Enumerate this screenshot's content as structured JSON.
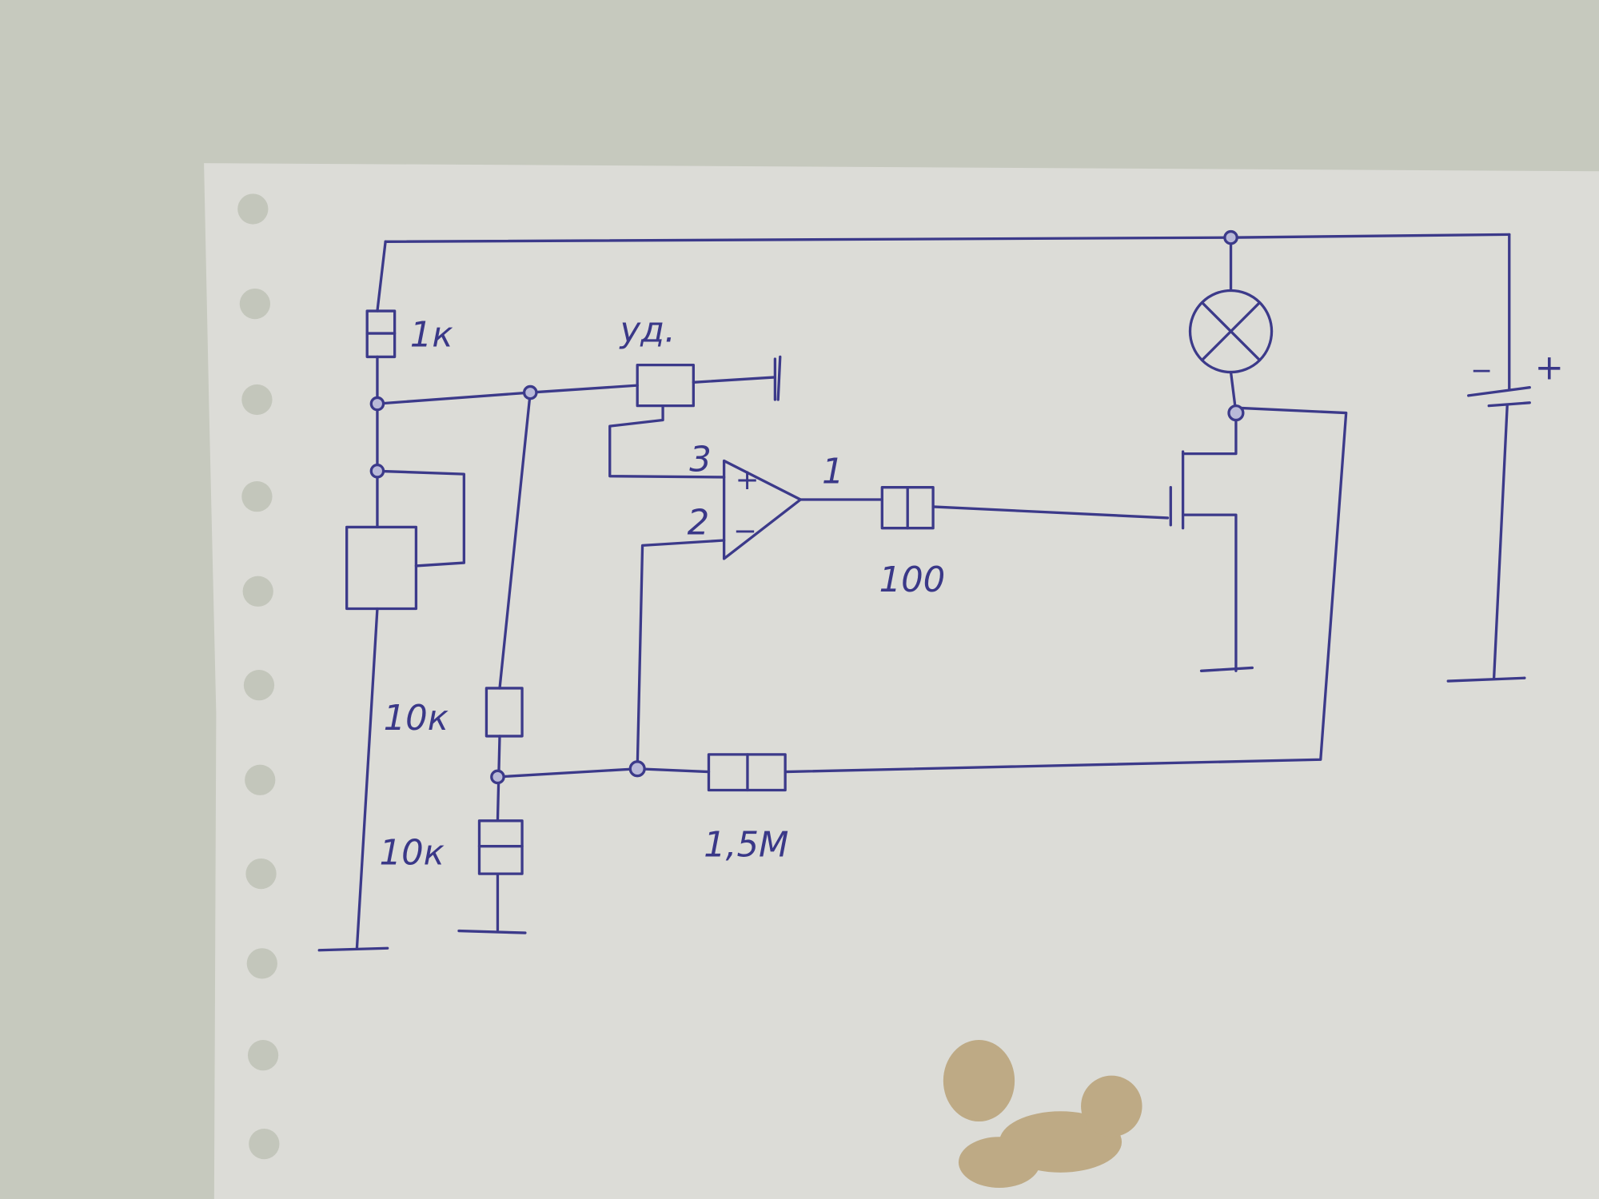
{
  "diagram": {
    "title": "Hand-drawn circuit: op-amp comparator driving a MOSFET lamp switch",
    "labels": {
      "r_top": "1к",
      "pot": "уд.",
      "pin_plus_num": "3",
      "pin_minus_num": "2",
      "pin_out_num": "1",
      "plus_sign": "+",
      "minus_sign": "−",
      "r_gate": "100",
      "r_mid": "10к",
      "r_bottom": "10к",
      "r_feedback": "1,5М",
      "battery_plus": "+",
      "battery_minus": "−"
    },
    "colors": {
      "ink": "#3c3a8a",
      "paper": "#dddcd8",
      "wall": "#c8cac0"
    }
  }
}
